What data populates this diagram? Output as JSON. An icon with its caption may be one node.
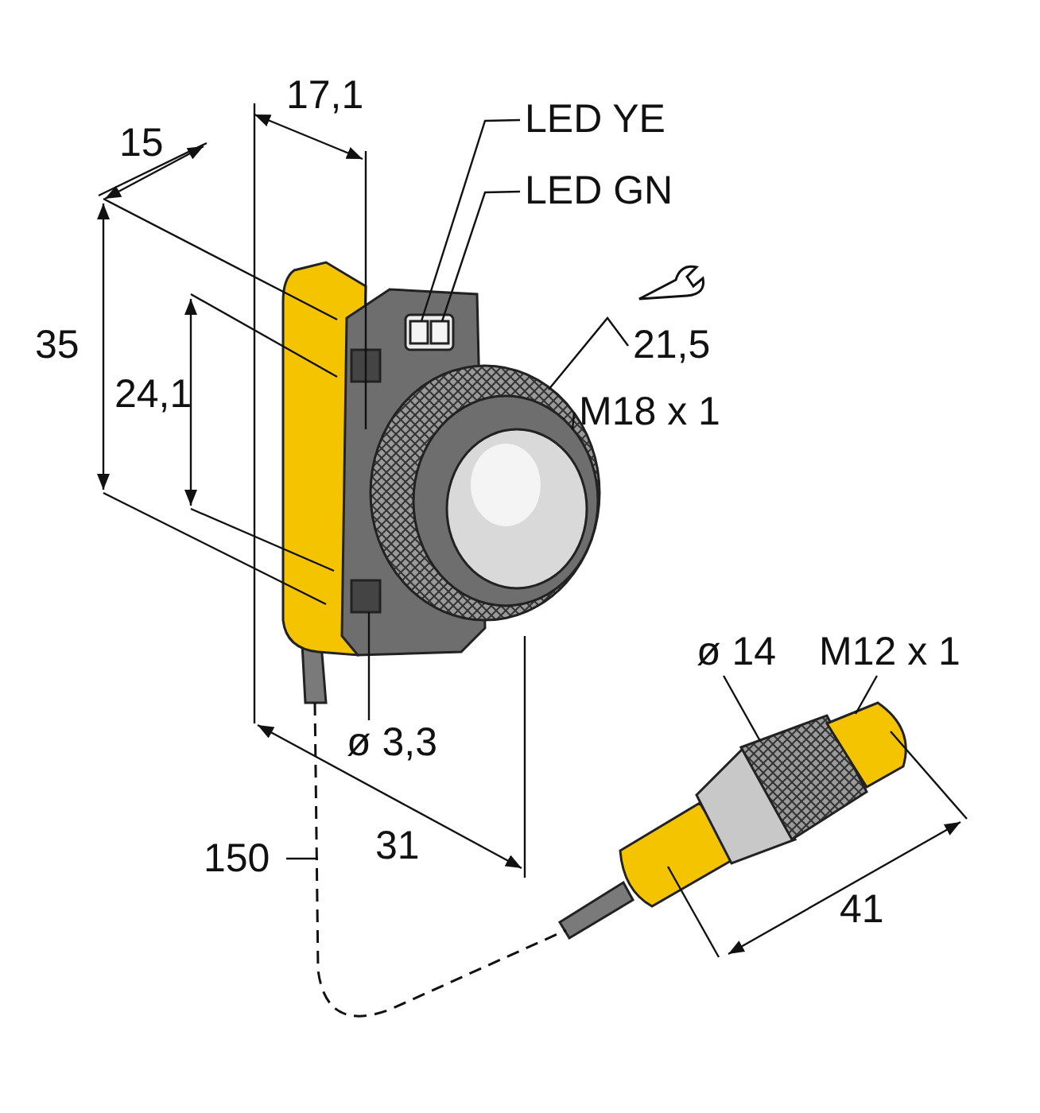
{
  "diagram": {
    "nodes": [
      {
        "text": [
          "LED YE"
        ]
      },
      {
        "text": [
          "LED GN"
        ]
      },
      {
        "text": [
          "21,5"
        ]
      },
      {
        "text": [
          "M18 x 1"
        ]
      },
      {
        "text": [
          "ø 3,3"
        ]
      },
      {
        "text": [
          "ø 14"
        ]
      },
      {
        "text": [
          "M12 x 1"
        ]
      },
      {
        "text": [],
        "shape": "box"
      },
      {
        "text": [],
        "shape": "box"
      },
      {
        "text": [],
        "shape": "circle"
      },
      {
        "text": [],
        "shape": "circle",
        "in": 9
      },
      {
        "text": [],
        "shape": "box"
      },
      {
        "text": [],
        "shape": "cylinder"
      },
      {
        "text": [],
        "shape": "cylinder"
      }
    ],
    "edges": [
      {
        "from": 0,
        "to": 7,
        "arrow": "none"
      },
      {
        "from": 1,
        "to": 8,
        "arrow": "none"
      },
      {
        "from": 2,
        "to": 9,
        "arrow": "none"
      },
      {
        "from": 3,
        "to": 10,
        "arrow": "none"
      },
      {
        "from": 4,
        "to": 11,
        "arrow": "none"
      },
      {
        "from": 5,
        "to": 12,
        "arrow": "none"
      },
      {
        "from": 6,
        "to": 13,
        "arrow": "none"
      }
    ],
    "labels": [
      "17,1",
      "15",
      "35",
      "24,1",
      "31",
      "150",
      "41"
    ]
  }
}
